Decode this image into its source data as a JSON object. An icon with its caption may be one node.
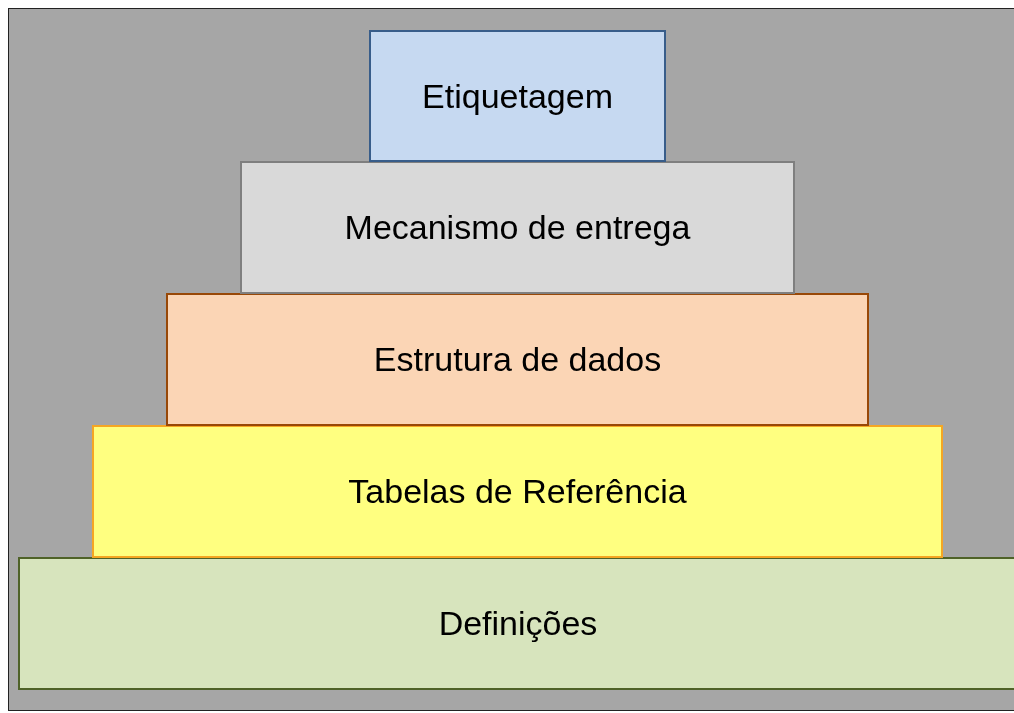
{
  "diagram": {
    "nodes": [
      {
        "text": [
          "Etiquetagem"
        ]
      },
      {
        "text": [
          "Mecanismo de entrega"
        ]
      },
      {
        "text": [
          "Estrutura de dados"
        ]
      },
      {
        "text": [
          "Tabelas de Referência"
        ]
      },
      {
        "text": [
          "Definições"
        ]
      }
    ]
  }
}
